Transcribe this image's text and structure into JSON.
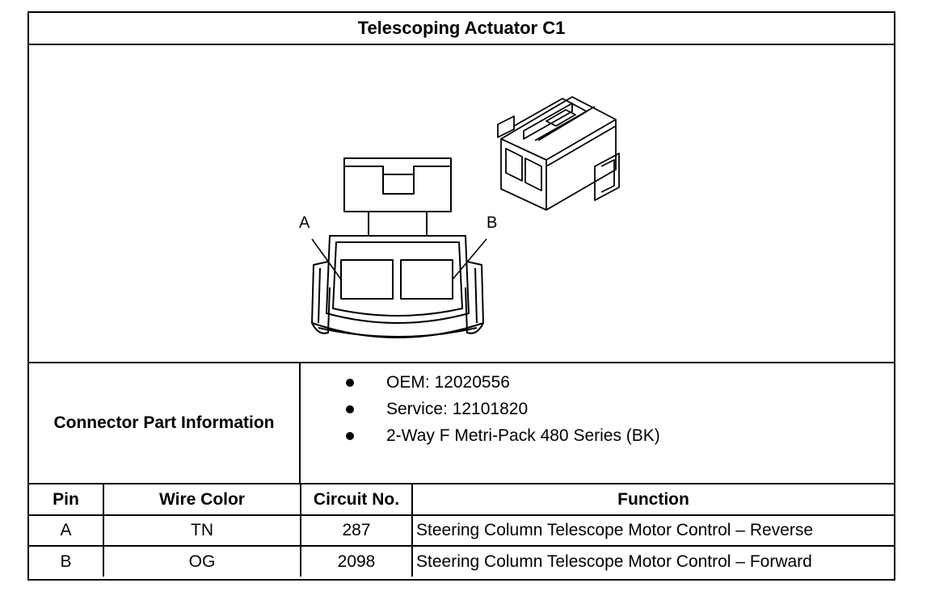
{
  "title": "Telescoping Actuator C1",
  "figure": {
    "pin_labels": [
      "A",
      "B"
    ]
  },
  "connector_info": {
    "label": "Connector Part Information",
    "items": [
      "OEM: 12020556",
      "Service: 12101820",
      "2-Way F Metri-Pack 480 Series (BK)"
    ]
  },
  "pin_table": {
    "headers": [
      "Pin",
      "Wire Color",
      "Circuit No.",
      "Function"
    ],
    "rows": [
      [
        "A",
        "TN",
        "287",
        "Steering Column Telescope Motor Control – Reverse"
      ],
      [
        "B",
        "OG",
        "2098",
        "Steering Column Telescope Motor Control – Forward"
      ]
    ]
  }
}
